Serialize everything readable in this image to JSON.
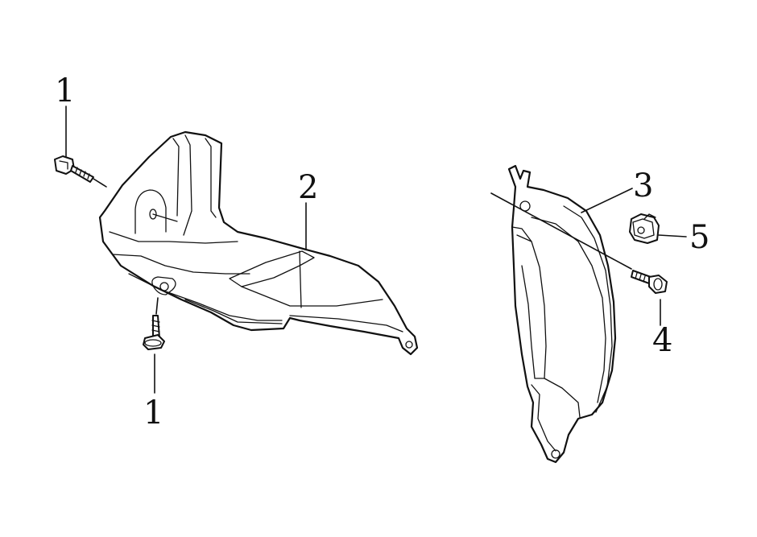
{
  "callouts": [
    "1",
    "1",
    "2",
    "3",
    "4",
    "5"
  ]
}
